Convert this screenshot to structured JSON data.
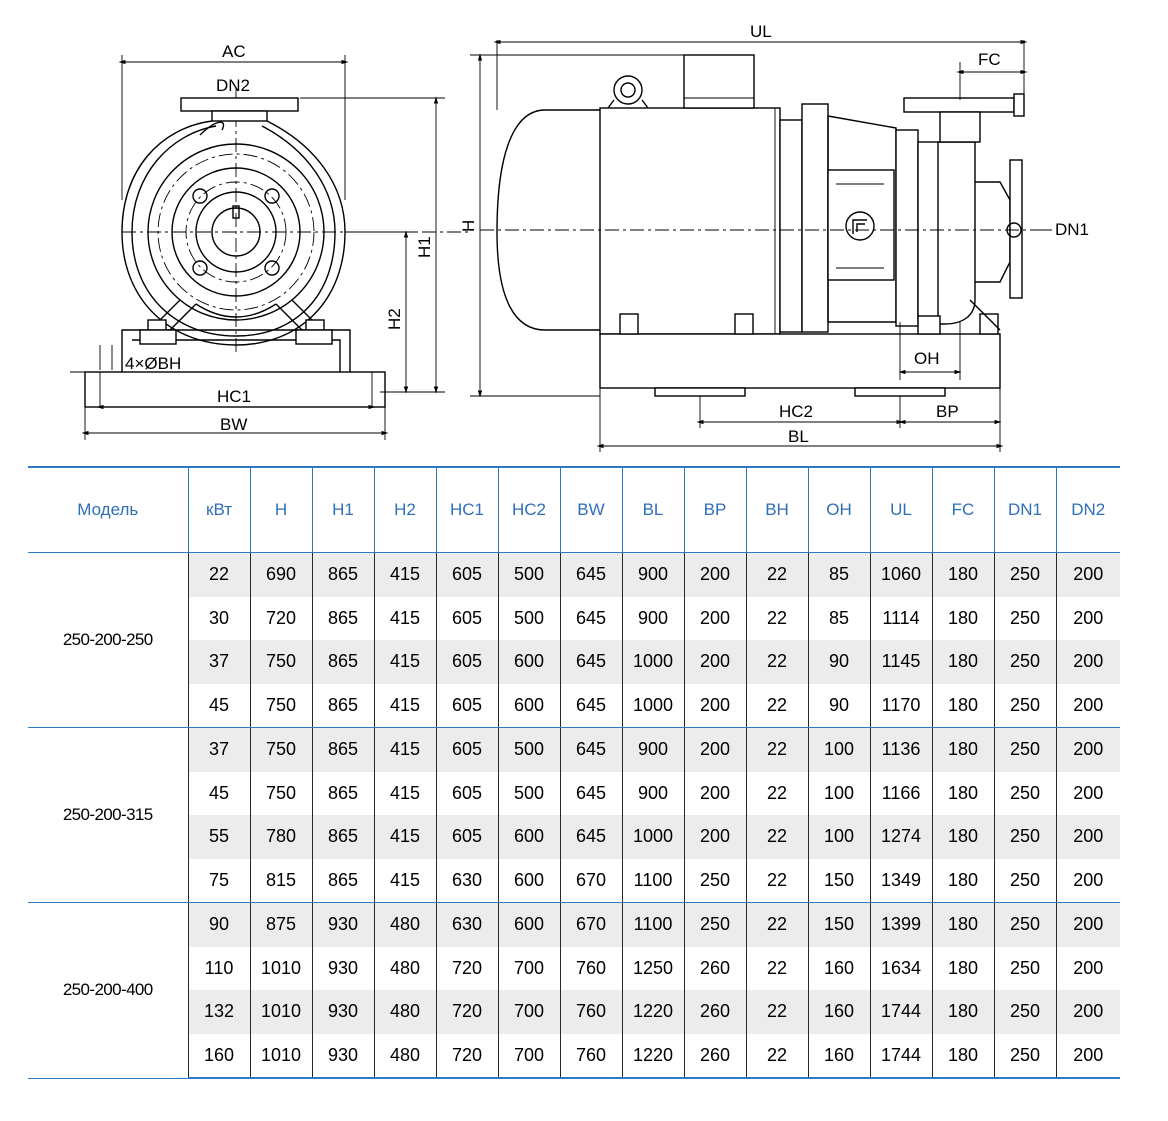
{
  "drawing": {
    "labels": {
      "ac": "AC",
      "dn2": "DN2",
      "h1": "H1",
      "h2": "H2",
      "holes": "4×ØBH",
      "hc1": "HC1",
      "bw": "BW",
      "ul": "UL",
      "fc": "FC",
      "h": "H",
      "dn1": "DN1",
      "oh": "OH",
      "hc2": "HC2",
      "bp": "BP",
      "bl": "BL"
    }
  },
  "table": {
    "headers": [
      "Модель",
      "кВт",
      "H",
      "H1",
      "H2",
      "HC1",
      "HC2",
      "BW",
      "BL",
      "BP",
      "BH",
      "OH",
      "UL",
      "FC",
      "DN1",
      "DN2"
    ],
    "groups": [
      {
        "model": "250-200-250",
        "rows": [
          [
            "22",
            "690",
            "865",
            "415",
            "605",
            "500",
            "645",
            "900",
            "200",
            "22",
            "85",
            "1060",
            "180",
            "250",
            "200"
          ],
          [
            "30",
            "720",
            "865",
            "415",
            "605",
            "500",
            "645",
            "900",
            "200",
            "22",
            "85",
            "1114",
            "180",
            "250",
            "200"
          ],
          [
            "37",
            "750",
            "865",
            "415",
            "605",
            "600",
            "645",
            "1000",
            "200",
            "22",
            "90",
            "1145",
            "180",
            "250",
            "200"
          ],
          [
            "45",
            "750",
            "865",
            "415",
            "605",
            "600",
            "645",
            "1000",
            "200",
            "22",
            "90",
            "1170",
            "180",
            "250",
            "200"
          ]
        ]
      },
      {
        "model": "250-200-315",
        "rows": [
          [
            "37",
            "750",
            "865",
            "415",
            "605",
            "500",
            "645",
            "900",
            "200",
            "22",
            "100",
            "1136",
            "180",
            "250",
            "200"
          ],
          [
            "45",
            "750",
            "865",
            "415",
            "605",
            "500",
            "645",
            "900",
            "200",
            "22",
            "100",
            "1166",
            "180",
            "250",
            "200"
          ],
          [
            "55",
            "780",
            "865",
            "415",
            "605",
            "600",
            "645",
            "1000",
            "200",
            "22",
            "100",
            "1274",
            "180",
            "250",
            "200"
          ],
          [
            "75",
            "815",
            "865",
            "415",
            "630",
            "600",
            "670",
            "1100",
            "250",
            "22",
            "150",
            "1349",
            "180",
            "250",
            "200"
          ]
        ]
      },
      {
        "model": "250-200-400",
        "rows": [
          [
            "90",
            "875",
            "930",
            "480",
            "630",
            "600",
            "670",
            "1100",
            "250",
            "22",
            "150",
            "1399",
            "180",
            "250",
            "200"
          ],
          [
            "110",
            "1010",
            "930",
            "480",
            "720",
            "700",
            "760",
            "1250",
            "260",
            "22",
            "160",
            "1634",
            "180",
            "250",
            "200"
          ],
          [
            "132",
            "1010",
            "930",
            "480",
            "720",
            "700",
            "760",
            "1220",
            "260",
            "22",
            "160",
            "1744",
            "180",
            "250",
            "200"
          ],
          [
            "160",
            "1010",
            "930",
            "480",
            "720",
            "700",
            "760",
            "1220",
            "260",
            "22",
            "160",
            "1744",
            "180",
            "250",
            "200"
          ]
        ]
      }
    ]
  }
}
